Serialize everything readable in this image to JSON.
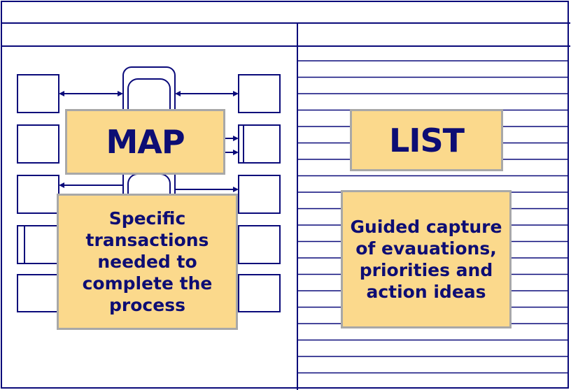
{
  "colors": {
    "line": "#0a0a7a",
    "callout_fill": "#fbd98c",
    "callout_border": "#a8a8a8",
    "text": "#0d0d74"
  },
  "map_panel": {
    "title": "MAP",
    "description": "Specific transactions needed to complete the process"
  },
  "list_panel": {
    "title": "LIST",
    "description": "Guided capture of evauations, priorities and action ideas"
  }
}
